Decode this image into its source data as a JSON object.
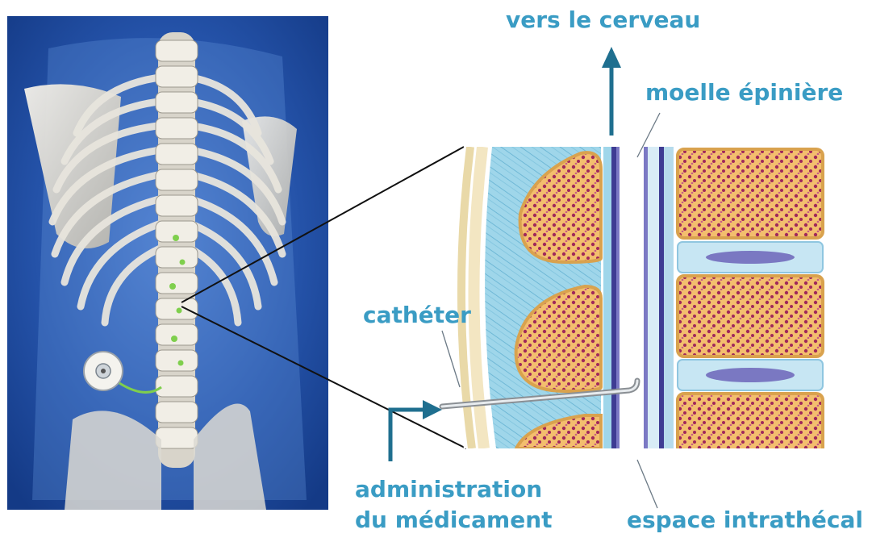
{
  "labels": {
    "to_brain": "vers le cerveau",
    "spinal_cord": "moelle épinière",
    "catheter": "cathéter",
    "drug_delivery_line1": "administration",
    "drug_delivery_line2": "du médicament",
    "intrathecal_space": "espace intrathécal"
  },
  "colors": {
    "label_text": "#3a9cc4",
    "arrow": "#1f6f8f",
    "panel_blue": "#1e4fa6",
    "bone": "#f3be6e",
    "marrow": "#a0285a",
    "muscle": "#9fd6ea",
    "disc": "#c7e6f3",
    "dura": "#3e3c93"
  }
}
